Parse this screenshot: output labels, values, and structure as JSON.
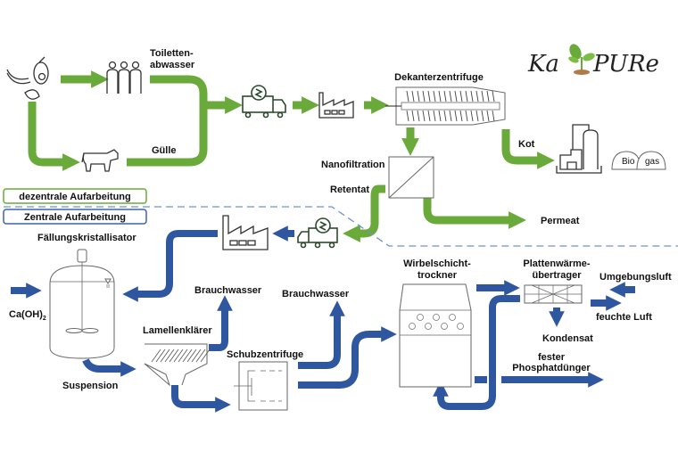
{
  "logo": {
    "left": "Ka",
    "right": "PURe",
    "sprout_color": "#6aaa3a",
    "soil_color": "#b07a4a"
  },
  "colors": {
    "green_flow": "#6aaa3a",
    "blue_flow": "#2f57a0",
    "dashed_divider": "#6f93cc",
    "zone_decentral": "#6aaa3a",
    "zone_central": "#3a64b0"
  },
  "zones": {
    "decentral": "dezentrale Aufarbeitung",
    "central": "Zentrale Aufarbeitung"
  },
  "labels": {
    "toiletten_1": "Toiletten-",
    "toiletten_2": "abwasser",
    "guelle": "Gülle",
    "dekanter": "Dekanterzentrifuge",
    "kot": "Kot",
    "bio": "Bio",
    "gas": "gas",
    "nanofiltration": "Nanofiltration",
    "retentat": "Retentat",
    "permeat": "Permeat",
    "faellung": "Fällungskristallisator",
    "caoh2": "Ca(OH)",
    "caoh2_sub": "2",
    "suspension": "Suspension",
    "lamellen": "Lamellenklärer",
    "brauchwasser_1": "Brauchwasser",
    "brauchwasser_2": "Brauchwasser",
    "schub": "Schubzentrifuge",
    "wirbel_1": "Wirbelschicht-",
    "wirbel_2": "trockner",
    "platten_1": "Plattenwärme-",
    "platten_2": "übertrager",
    "umgebungsluft": "Umgebungsluft",
    "feuchte_luft": "feuchte Luft",
    "kondensat": "Kondensat",
    "fester": "fester",
    "phosphat": "Phosphatdünger"
  },
  "icons": [
    "food-icon",
    "people-icon",
    "cow-icon",
    "truck-icon",
    "factory-icon",
    "decanter-icon",
    "biogas-plant-icon",
    "biogas-domes-icon",
    "membrane-icon",
    "truck-icon",
    "factory-icon",
    "crystallizer-icon",
    "lamella-clarifier-icon",
    "pusher-centrifuge-icon",
    "fluid-bed-dryer-icon",
    "plate-heat-exchanger-icon"
  ]
}
